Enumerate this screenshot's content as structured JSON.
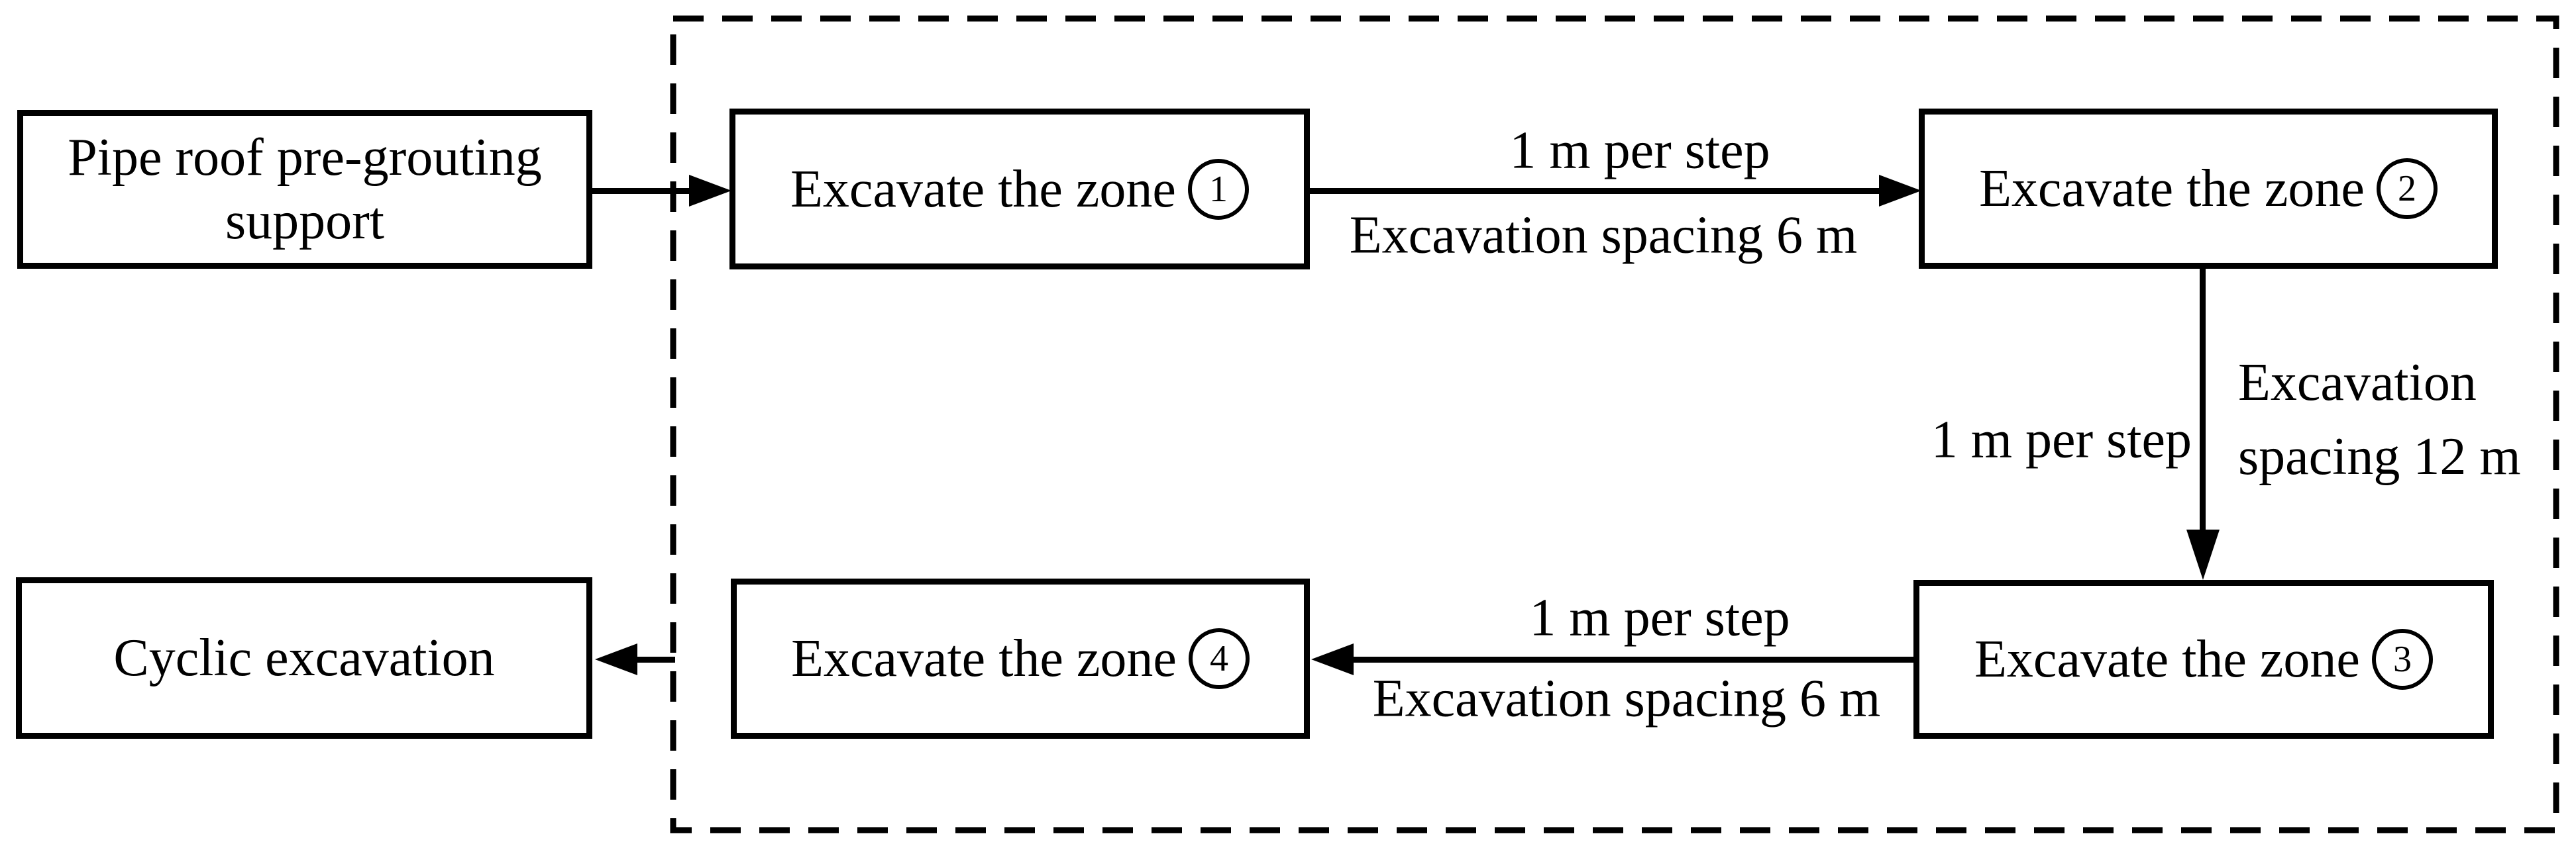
{
  "style": {
    "ink_color": "#000000",
    "background_color": "#ffffff"
  },
  "boxes": {
    "pipe_roof": {
      "text": "Pipe roof pre-grouting support"
    },
    "zone1": {
      "text": "Excavate the zone",
      "number": "1",
      "circled_symbol": "①"
    },
    "zone2": {
      "text": "Excavate the zone",
      "number": "2",
      "circled_symbol": "②"
    },
    "zone3": {
      "text": "Excavate the zone",
      "number": "3",
      "circled_symbol": "③"
    },
    "zone4": {
      "text": "Excavate the zone",
      "number": "4",
      "circled_symbol": "④"
    },
    "cyclic": {
      "text": "Cyclic excavation"
    }
  },
  "edges": {
    "pipe_to_zone1": {
      "from": "pipe_roof",
      "to": "zone1"
    },
    "zone1_to_zone2": {
      "from": "zone1",
      "to": "zone2",
      "label_above": "1 m per step",
      "label_below": "Excavation spacing 6 m"
    },
    "zone2_to_zone3": {
      "from": "zone2",
      "to": "zone3",
      "label_left": "1 m per step",
      "label_right": "Excavation spacing 12 m"
    },
    "zone3_to_zone4": {
      "from": "zone3",
      "to": "zone4",
      "label_above": "1 m per step",
      "label_below": "Excavation spacing 6 m"
    },
    "boundary_to_cyclic": {
      "from": "dashed_region_boundary",
      "to": "cyclic"
    }
  }
}
